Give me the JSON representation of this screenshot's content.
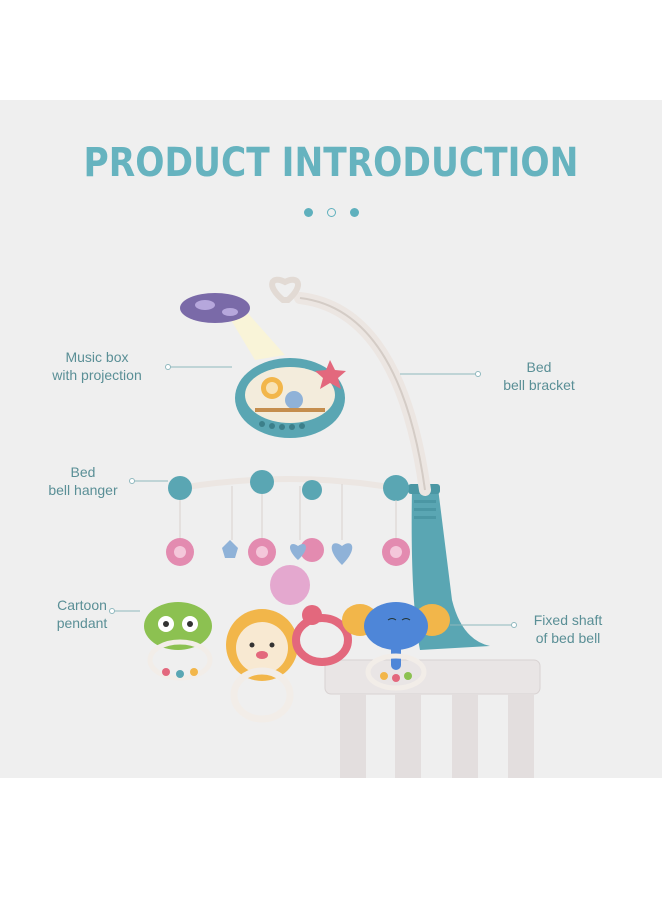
{
  "header": {
    "title": "PRODUCT INTRODUCTION"
  },
  "pagination": {
    "dots": [
      "filled",
      "hollow",
      "filled"
    ]
  },
  "callouts": {
    "music_box": {
      "line1": "Music box",
      "line2": "with projection"
    },
    "bracket": {
      "line1": "Bed",
      "line2": "bell bracket"
    },
    "hanger": {
      "line1": "Bed",
      "line2": "bell hanger"
    },
    "pendant": {
      "line1": "Cartoon",
      "line2": "pendant"
    },
    "shaft": {
      "line1": "Fixed shaft",
      "line2": "of bed bell"
    }
  },
  "colors": {
    "accent": "#66b3bf",
    "panel_bg": "#efefef",
    "toy_teal": "#5aa6b3",
    "toy_pink": "#e38bb0"
  }
}
